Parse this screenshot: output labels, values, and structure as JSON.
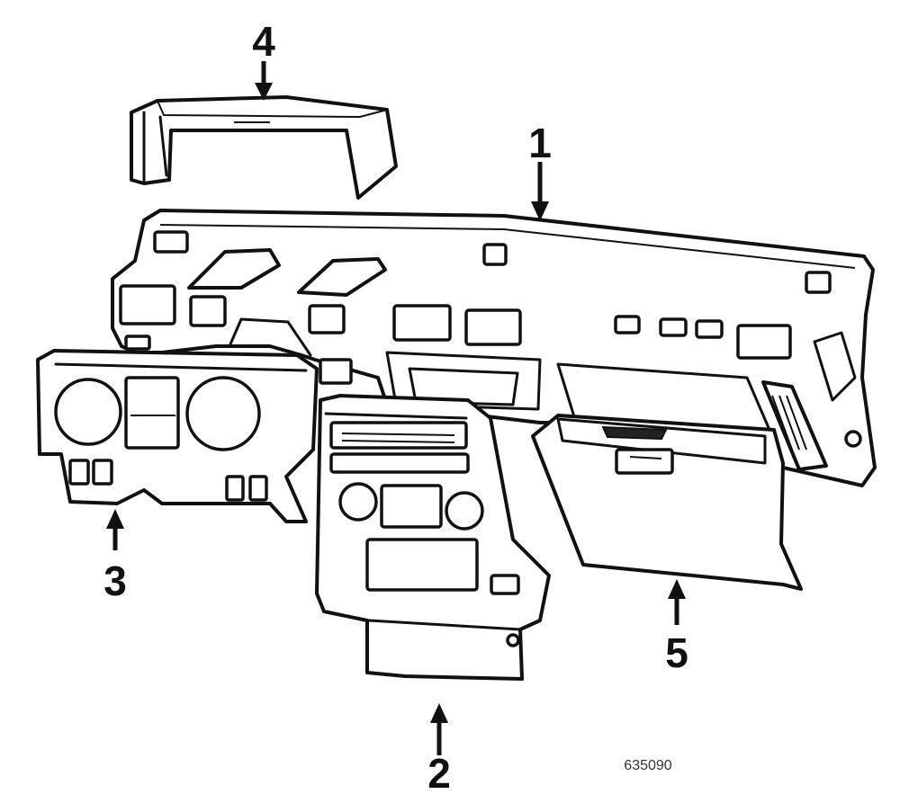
{
  "diagram": {
    "callouts": [
      {
        "id": "1",
        "label": "1"
      },
      {
        "id": "2",
        "label": "2"
      },
      {
        "id": "3",
        "label": "3"
      },
      {
        "id": "4",
        "label": "4"
      },
      {
        "id": "5",
        "label": "5"
      }
    ],
    "figure_code": "635090",
    "colors": {
      "ink": "#111111",
      "paper": "#ffffff"
    }
  }
}
